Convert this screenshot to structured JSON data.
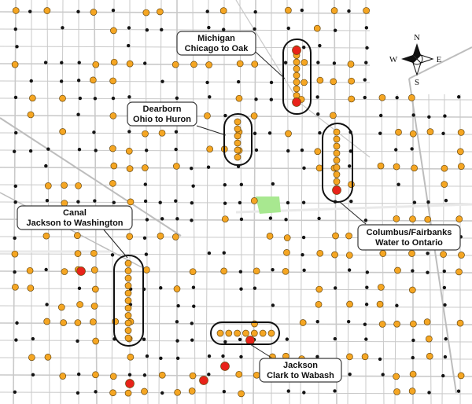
{
  "colors": {
    "street": "#c9c9c9",
    "street_major": "#bdbdbd",
    "water": "#e9e9e9",
    "park": "#a8e890",
    "dot_small": "#141414",
    "dot_orange": "#f5a623",
    "dot_red": "#e8231a"
  },
  "compass": {
    "n": "N",
    "s": "S",
    "e": "E",
    "w": "W",
    "icon": "compass-rose-icon"
  },
  "corridors": [
    {
      "id": "michigan",
      "line1": "Michigan",
      "line2": "Chicago to Oak"
    },
    {
      "id": "dearborn",
      "line1": "Dearborn",
      "line2": "Ohio to Huron"
    },
    {
      "id": "canal",
      "line1": "Canal",
      "line2": "Jackson to Washington"
    },
    {
      "id": "columbus",
      "line1": "Columbus/Fairbanks",
      "line2": "Water to Ontario"
    },
    {
      "id": "jackson",
      "line1": "Jackson",
      "line2": "Clark to Wabash"
    }
  ],
  "legend_note": ""
}
